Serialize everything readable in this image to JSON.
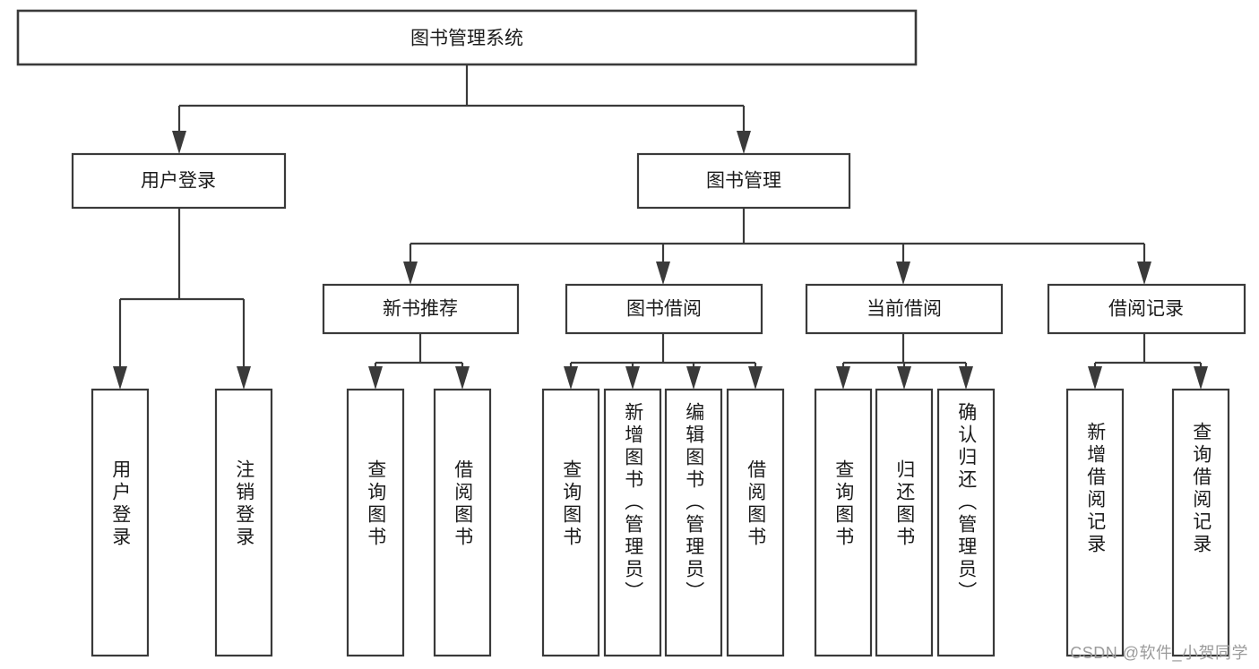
{
  "diagram": {
    "type": "hierarchy-tree",
    "title": "图书管理系统",
    "watermark": "CSDN @软件_小贺同学",
    "colors": {
      "stroke": "#3a3a3a",
      "fill": "#ffffff",
      "text": "#1b1b1b",
      "watermark": "#9b9b9b"
    },
    "root": {
      "label": "图书管理系统"
    },
    "level2": [
      {
        "label": "用户登录"
      },
      {
        "label": "图书管理"
      }
    ],
    "level3": [
      {
        "label": "新书推荐"
      },
      {
        "label": "图书借阅"
      },
      {
        "label": "当前借阅"
      },
      {
        "label": "借阅记录"
      }
    ],
    "leaves": {
      "user_login": [
        {
          "label": "用户登录"
        },
        {
          "label": "注销登录"
        }
      ],
      "new_book_recommend": [
        {
          "label": "查询图书"
        },
        {
          "label": "借阅图书"
        }
      ],
      "book_borrow": [
        {
          "label": "查询图书"
        },
        {
          "label": "新增图书（管理员）"
        },
        {
          "label": "编辑图书（管理员）"
        },
        {
          "label": "借阅图书"
        }
      ],
      "current_borrow": [
        {
          "label": "查询图书"
        },
        {
          "label": "归还图书"
        },
        {
          "label": "确认归还（管理员）"
        }
      ],
      "borrow_record": [
        {
          "label": "新增借阅记录"
        },
        {
          "label": "查询借阅记录"
        }
      ]
    }
  }
}
